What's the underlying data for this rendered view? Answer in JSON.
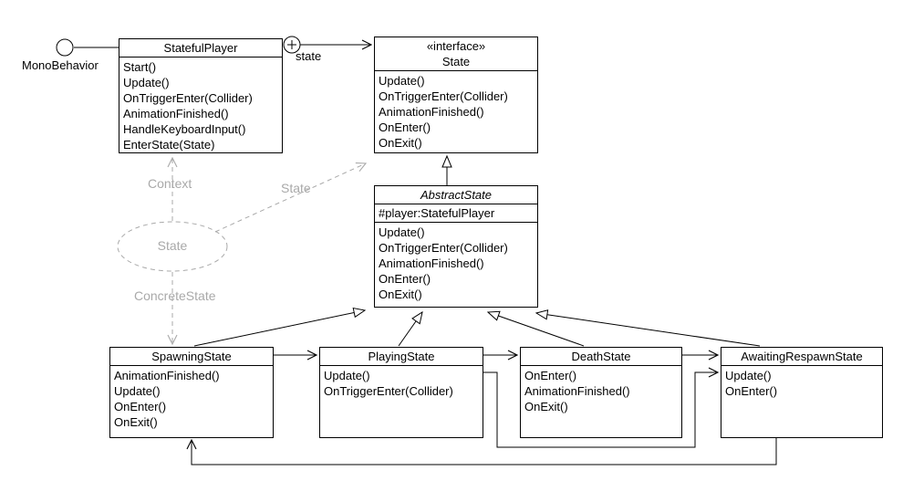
{
  "colors": {
    "line": "#000000",
    "annotation_gray": "#a9a9a9",
    "background": "#ffffff"
  },
  "classes": {
    "statefulPlayer": {
      "name": "StatefulPlayer",
      "methods": [
        "Start()",
        "Update()",
        "OnTriggerEnter(Collider)",
        "AnimationFinished()",
        "HandleKeyboardInput()",
        "EnterState(State)"
      ]
    },
    "stateInterface": {
      "stereotype": "«interface»",
      "name": "State",
      "methods": [
        "Update()",
        "OnTriggerEnter(Collider)",
        "AnimationFinished()",
        "OnEnter()",
        "OnExit()"
      ]
    },
    "abstractState": {
      "name": "AbstractState",
      "attributes": [
        "#player:StatefulPlayer"
      ],
      "methods": [
        "Update()",
        "OnTriggerEnter(Collider)",
        "AnimationFinished()",
        "OnEnter()",
        "OnExit()"
      ]
    },
    "spawningState": {
      "name": "SpawningState",
      "methods": [
        "AnimationFinished()",
        "Update()",
        "OnEnter()",
        "OnExit()"
      ]
    },
    "playingState": {
      "name": "PlayingState",
      "methods": [
        "Update()",
        "OnTriggerEnter(Collider)"
      ]
    },
    "deathState": {
      "name": "DeathState",
      "methods": [
        "OnEnter()",
        "AnimationFinished()",
        "OnExit()"
      ]
    },
    "awaitingRespawnState": {
      "name": "AwaitingRespawnState",
      "methods": [
        "Update()",
        "OnEnter()"
      ]
    }
  },
  "labels": {
    "monoBehavior": "MonoBehavior",
    "stateRole": "state",
    "context": "Context",
    "stateAnnotation": "State",
    "stateEllipse": "State",
    "concreteState": "ConcreteState"
  }
}
